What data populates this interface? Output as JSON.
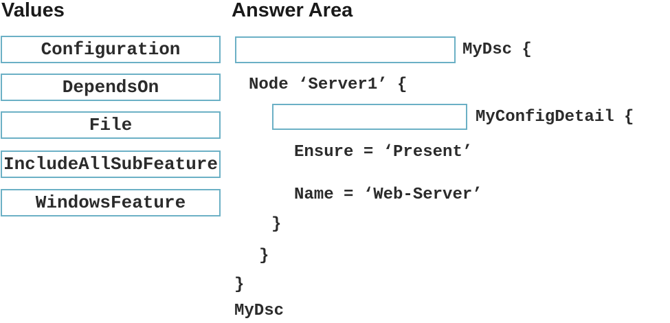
{
  "palette": {
    "box_border": "#6bb0c5",
    "code_text": "#2b2b2b",
    "heading_text": "#1a1a1a",
    "background": "#ffffff"
  },
  "values": {
    "title": "Values",
    "items": [
      "Configuration",
      "DependsOn",
      "File",
      "IncludeAllSubFeature",
      "WindowsFeature"
    ]
  },
  "answer": {
    "title": "Answer Area",
    "blanks": [
      {
        "value": "",
        "trailing_label": "MyDsc {"
      },
      {
        "value": "",
        "trailing_label": "MyConfigDetail {"
      }
    ],
    "code_lines": {
      "node_open": "Node ‘Server1’ {",
      "ensure": "Ensure = ‘Present’",
      "name": "Name = ‘Web-Server’",
      "close_inner": "}",
      "close_node": "}",
      "close_config": "}",
      "invoke": "MyDsc"
    }
  }
}
